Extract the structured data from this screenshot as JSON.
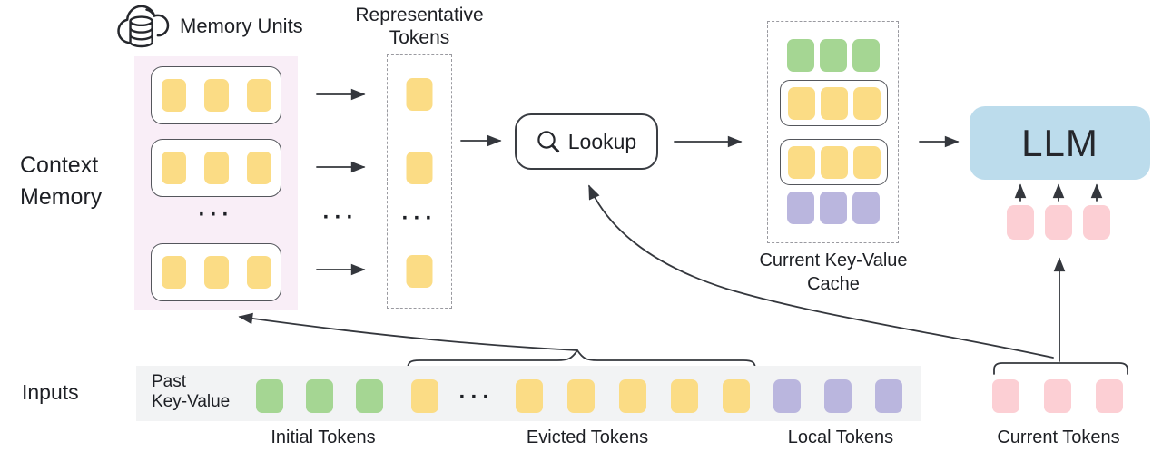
{
  "ellipsis": "···",
  "labels": {
    "context_memory": "Context\nMemory",
    "inputs": "Inputs"
  },
  "memory": {
    "header": "Memory Units",
    "units": [
      {
        "id": "memory-unit",
        "count": 3,
        "color": "yellow"
      },
      {
        "id": "memory-unit",
        "count": 3,
        "color": "yellow"
      },
      {
        "id": "memory-unit",
        "count": 3,
        "color": "yellow"
      }
    ]
  },
  "representative": {
    "label": "Representative\nTokens"
  },
  "lookup": {
    "label": "Lookup"
  },
  "cache": {
    "label": "Current Key-Value\nCache",
    "rows": [
      {
        "id": "initial",
        "count": 3,
        "color": "green",
        "boxed": false
      },
      {
        "id": "memory-unit",
        "count": 3,
        "color": "yellow",
        "boxed": true
      },
      {
        "id": "memory-unit",
        "count": 3,
        "color": "yellow",
        "boxed": true
      },
      {
        "id": "local",
        "count": 3,
        "color": "purple",
        "boxed": false
      }
    ]
  },
  "llm": {
    "label": "LLM",
    "input_tokens": {
      "id": "current",
      "count": 3,
      "color": "pink"
    }
  },
  "inputs_strip": {
    "past_kv": "Past\nKey-Value",
    "groups": [
      {
        "id": "initial",
        "label": "Initial Tokens",
        "color": "green",
        "count": 3
      },
      {
        "id": "evicted",
        "label": "Evicted Tokens",
        "color": "yellow",
        "count_before_ellipsis": 1,
        "count_after_ellipsis": 5
      },
      {
        "id": "local",
        "label": "Local Tokens",
        "color": "purple",
        "count": 3
      },
      {
        "id": "current",
        "label": "Current Tokens",
        "color": "pink",
        "count": 3
      }
    ]
  },
  "colors": {
    "yellow": "#FBDC85",
    "green": "#A5D693",
    "purple": "#BAB6DE",
    "pink": "#FCCFD4",
    "llm_blue": "#BCDCEC",
    "memory_bg": "#F9EEF7",
    "strip_bg": "#F2F3F4",
    "line": "#34373D",
    "text": "#1D1F24"
  }
}
